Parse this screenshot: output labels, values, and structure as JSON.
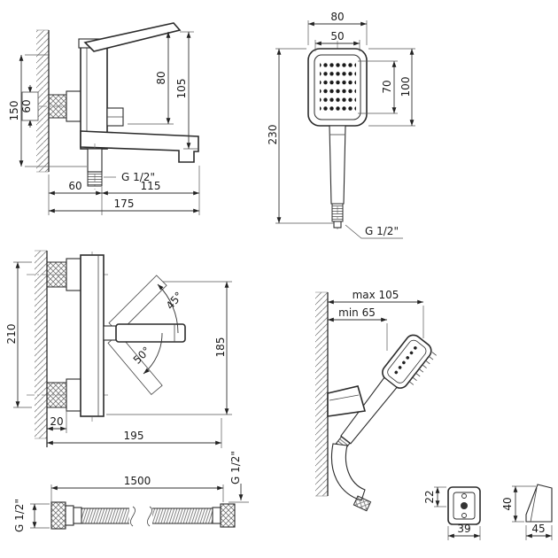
{
  "dims": {
    "side": {
      "h150": "150",
      "d60": "60",
      "v80": "80",
      "v105": "105",
      "thread": "G 1/2\"",
      "w60": "60",
      "w115": "115",
      "w175": "175"
    },
    "shower": {
      "w80": "80",
      "w50": "50",
      "h70": "70",
      "h100": "100",
      "h230": "230",
      "thread": "G 1/2\""
    },
    "front": {
      "h210": "210",
      "h185": "185",
      "a45": "45°",
      "a50": "50°",
      "w20": "20",
      "w195": "195"
    },
    "bracket": {
      "max": "max 105",
      "min": "min 65"
    },
    "hose": {
      "len": "1500",
      "thread_left": "G 1/2\"",
      "thread_right": "G 1/2\""
    },
    "details": {
      "h22": "22",
      "w39": "39",
      "h40": "40",
      "w45": "45"
    }
  }
}
